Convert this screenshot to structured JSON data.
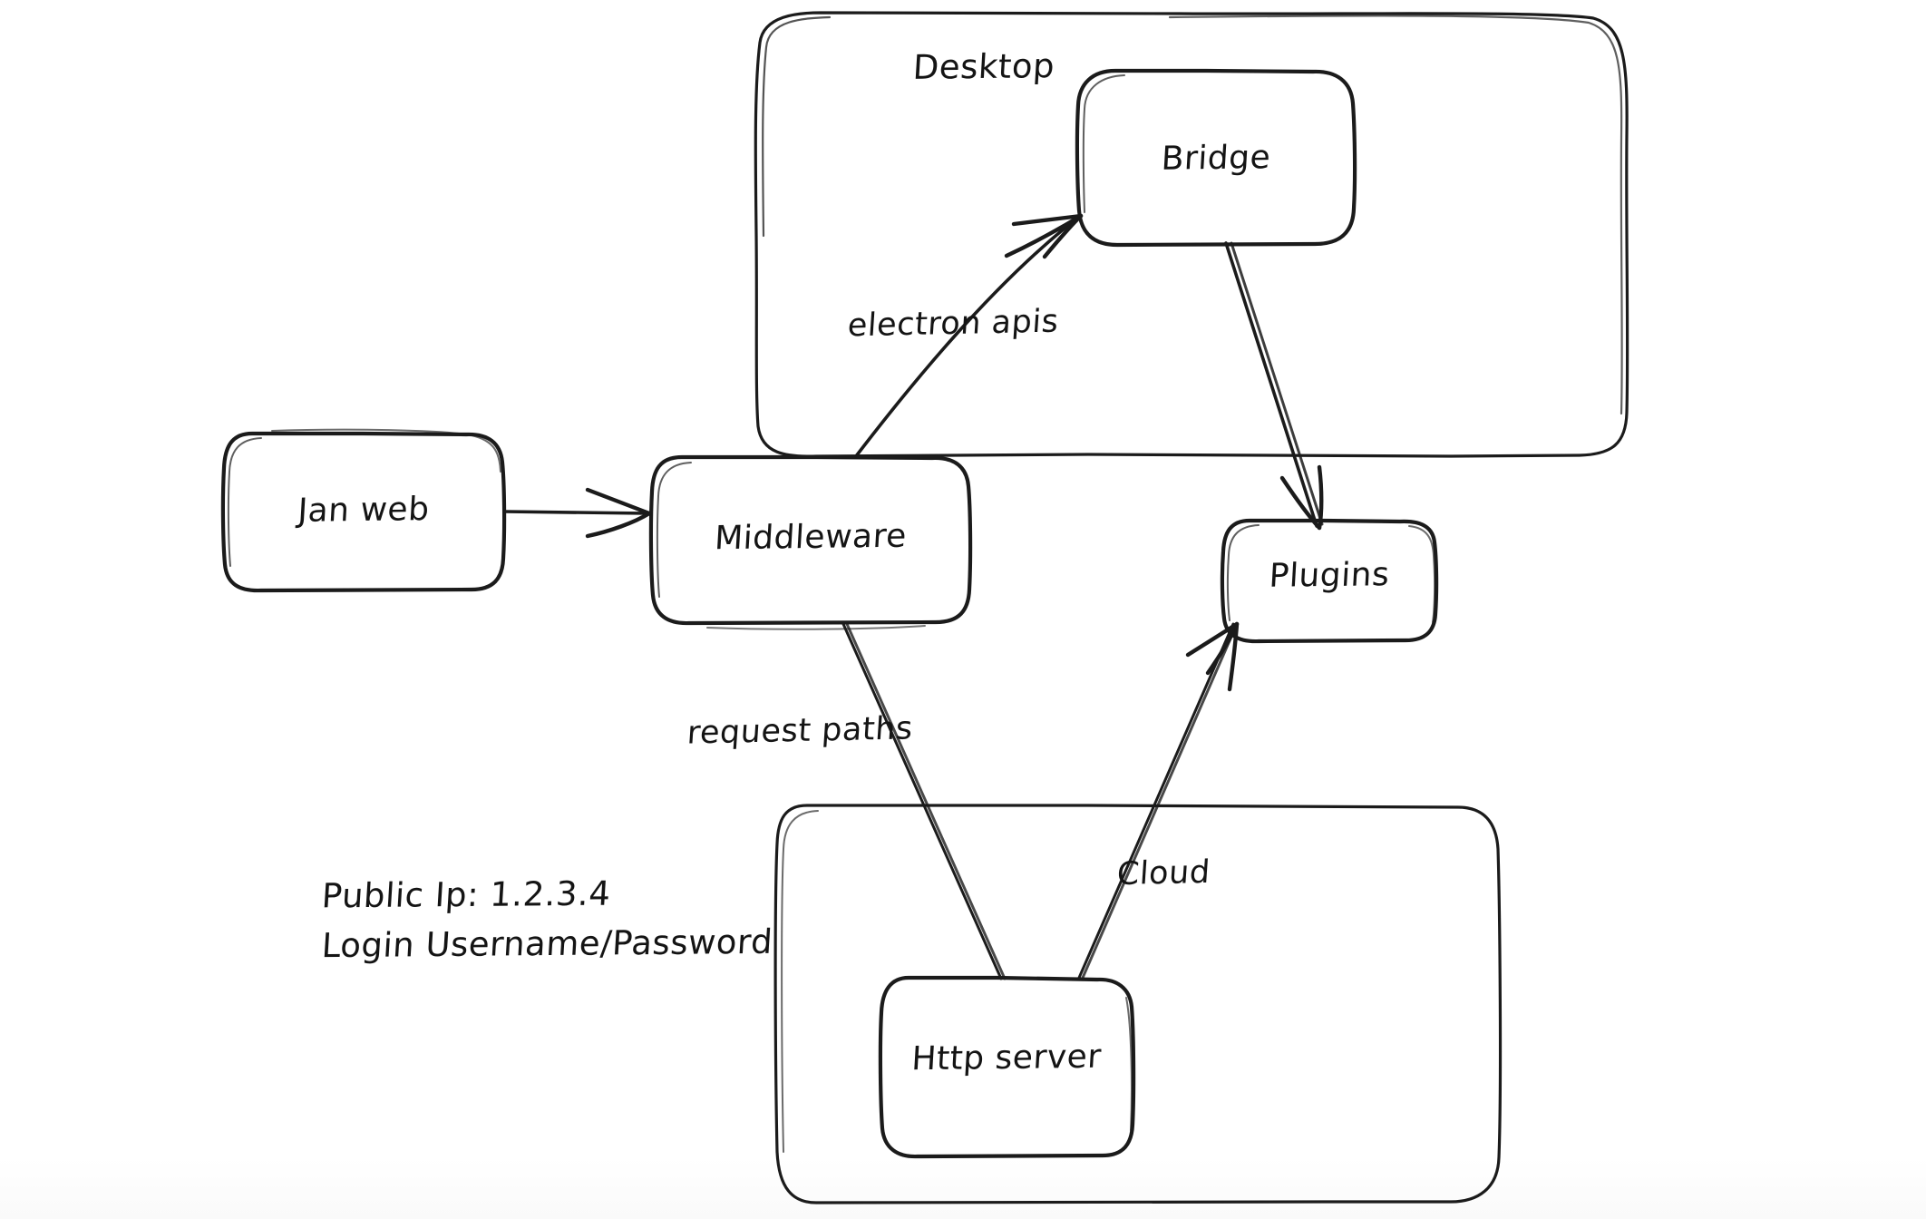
{
  "diagram": {
    "title": "Jan architecture sketch",
    "style": "hand-drawn whiteboard",
    "background_color": "#ffffff",
    "ink_color": "#1b1b1b",
    "containers": [
      {
        "id": "desktop",
        "label": "Desktop"
      },
      {
        "id": "cloud-group",
        "label": ""
      }
    ],
    "nodes": [
      {
        "id": "jan-web",
        "label": "Jan web"
      },
      {
        "id": "middleware",
        "label": "Middleware"
      },
      {
        "id": "bridge",
        "label": "Bridge"
      },
      {
        "id": "plugins",
        "label": "Plugins"
      },
      {
        "id": "http-server",
        "label": "Http server"
      }
    ],
    "edges": [
      {
        "id": "janweb-to-middleware",
        "from": "Jan web",
        "to": "Middleware",
        "label": ""
      },
      {
        "id": "middleware-to-bridge",
        "from": "Middleware",
        "to": "Bridge",
        "label": "electron apis"
      },
      {
        "id": "bridge-to-plugins",
        "from": "Bridge",
        "to": "Plugins",
        "label": ""
      },
      {
        "id": "middleware-to-httpserver",
        "from": "Middleware",
        "to": "Http server",
        "label": "request paths"
      },
      {
        "id": "httpserver-to-plugins",
        "from": "Http server",
        "to": "Plugins",
        "label": "Cloud"
      }
    ],
    "notes": {
      "public_ip_line": "Public Ip: 1.2.3.4",
      "login_line": "Login Username/Password"
    }
  }
}
